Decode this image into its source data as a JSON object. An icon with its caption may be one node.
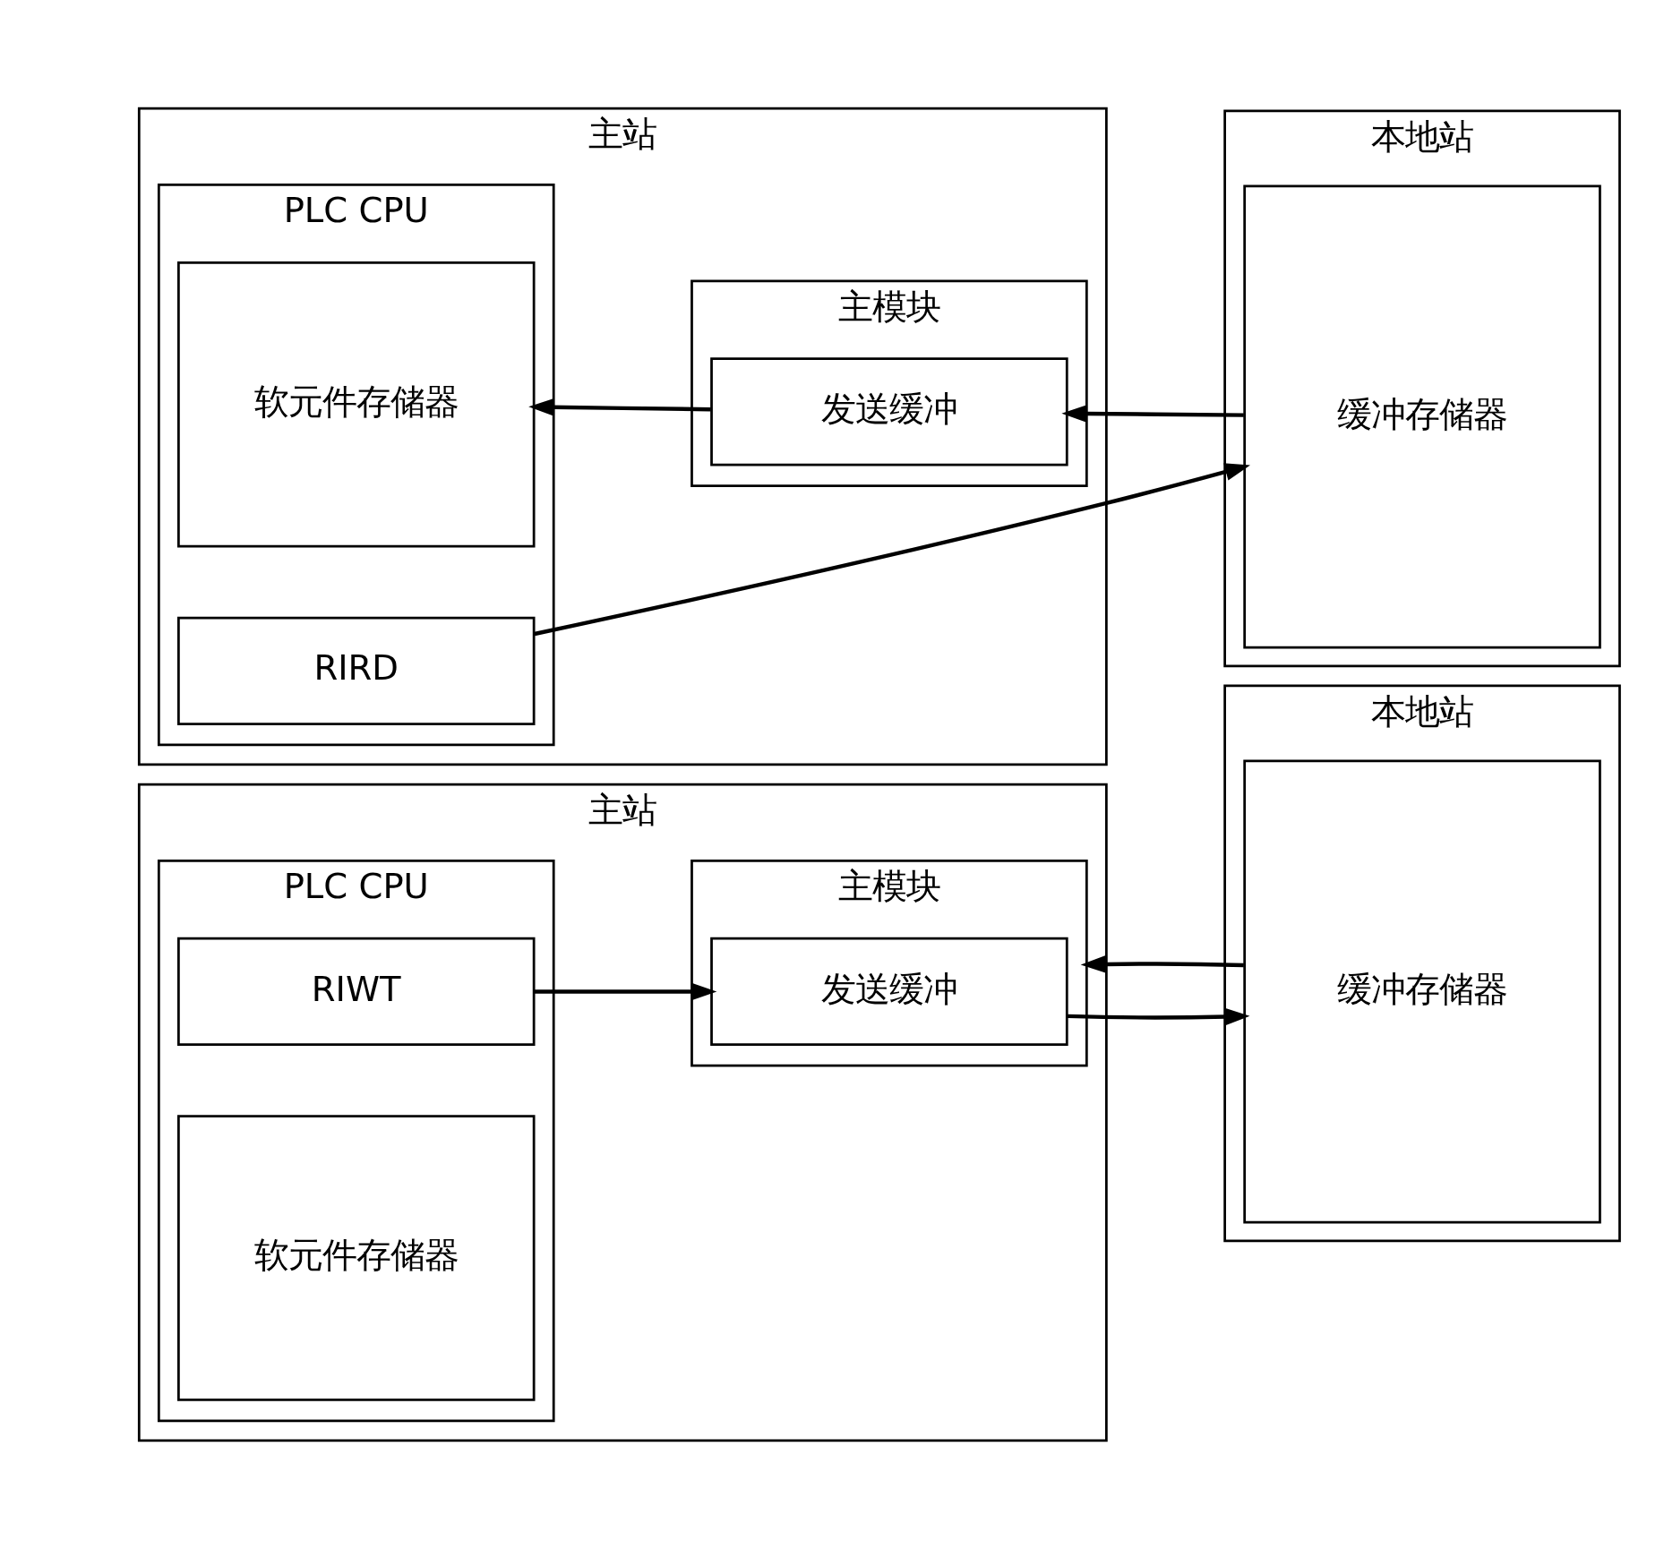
{
  "diagram": {
    "nodes": [
      {
        "text": [
          "主站"
        ]
      },
      {
        "text": [
          "PLC CPU"
        ],
        "in": 0
      },
      {
        "text": [
          "RIWT"
        ],
        "in": 1
      },
      {
        "text": [
          "软元件存储器"
        ],
        "in": 1
      },
      {
        "text": [
          "主模块"
        ],
        "in": 0
      },
      {
        "text": [
          "发送缓冲"
        ],
        "in": 4
      },
      {
        "text": [
          "本地站"
        ]
      },
      {
        "text": [
          "缓冲存储器"
        ],
        "in": 6
      },
      {
        "text": [
          "主站"
        ]
      },
      {
        "text": [
          "PLC CPU"
        ],
        "in": 8
      },
      {
        "text": [
          "RIRD"
        ],
        "in": 9
      },
      {
        "text": [
          "软元件存储器"
        ],
        "in": 9
      },
      {
        "text": [
          "主模块"
        ],
        "in": 8
      },
      {
        "text": [
          "发送缓冲"
        ],
        "in": 12
      },
      {
        "text": [
          "本地站"
        ]
      },
      {
        "text": [
          "缓冲存储器"
        ],
        "in": 14
      }
    ],
    "edges": [
      {
        "from": 2,
        "to": 5,
        "arrow": "to"
      },
      {
        "from": 5,
        "to": 7,
        "arrow": "to"
      },
      {
        "from": 7,
        "to": 4,
        "arrow": "to"
      },
      {
        "from": 10,
        "to": 15,
        "arrow": "to"
      },
      {
        "from": 15,
        "to": 13,
        "arrow": "to"
      },
      {
        "from": 13,
        "to": 11,
        "arrow": "to"
      }
    ]
  }
}
